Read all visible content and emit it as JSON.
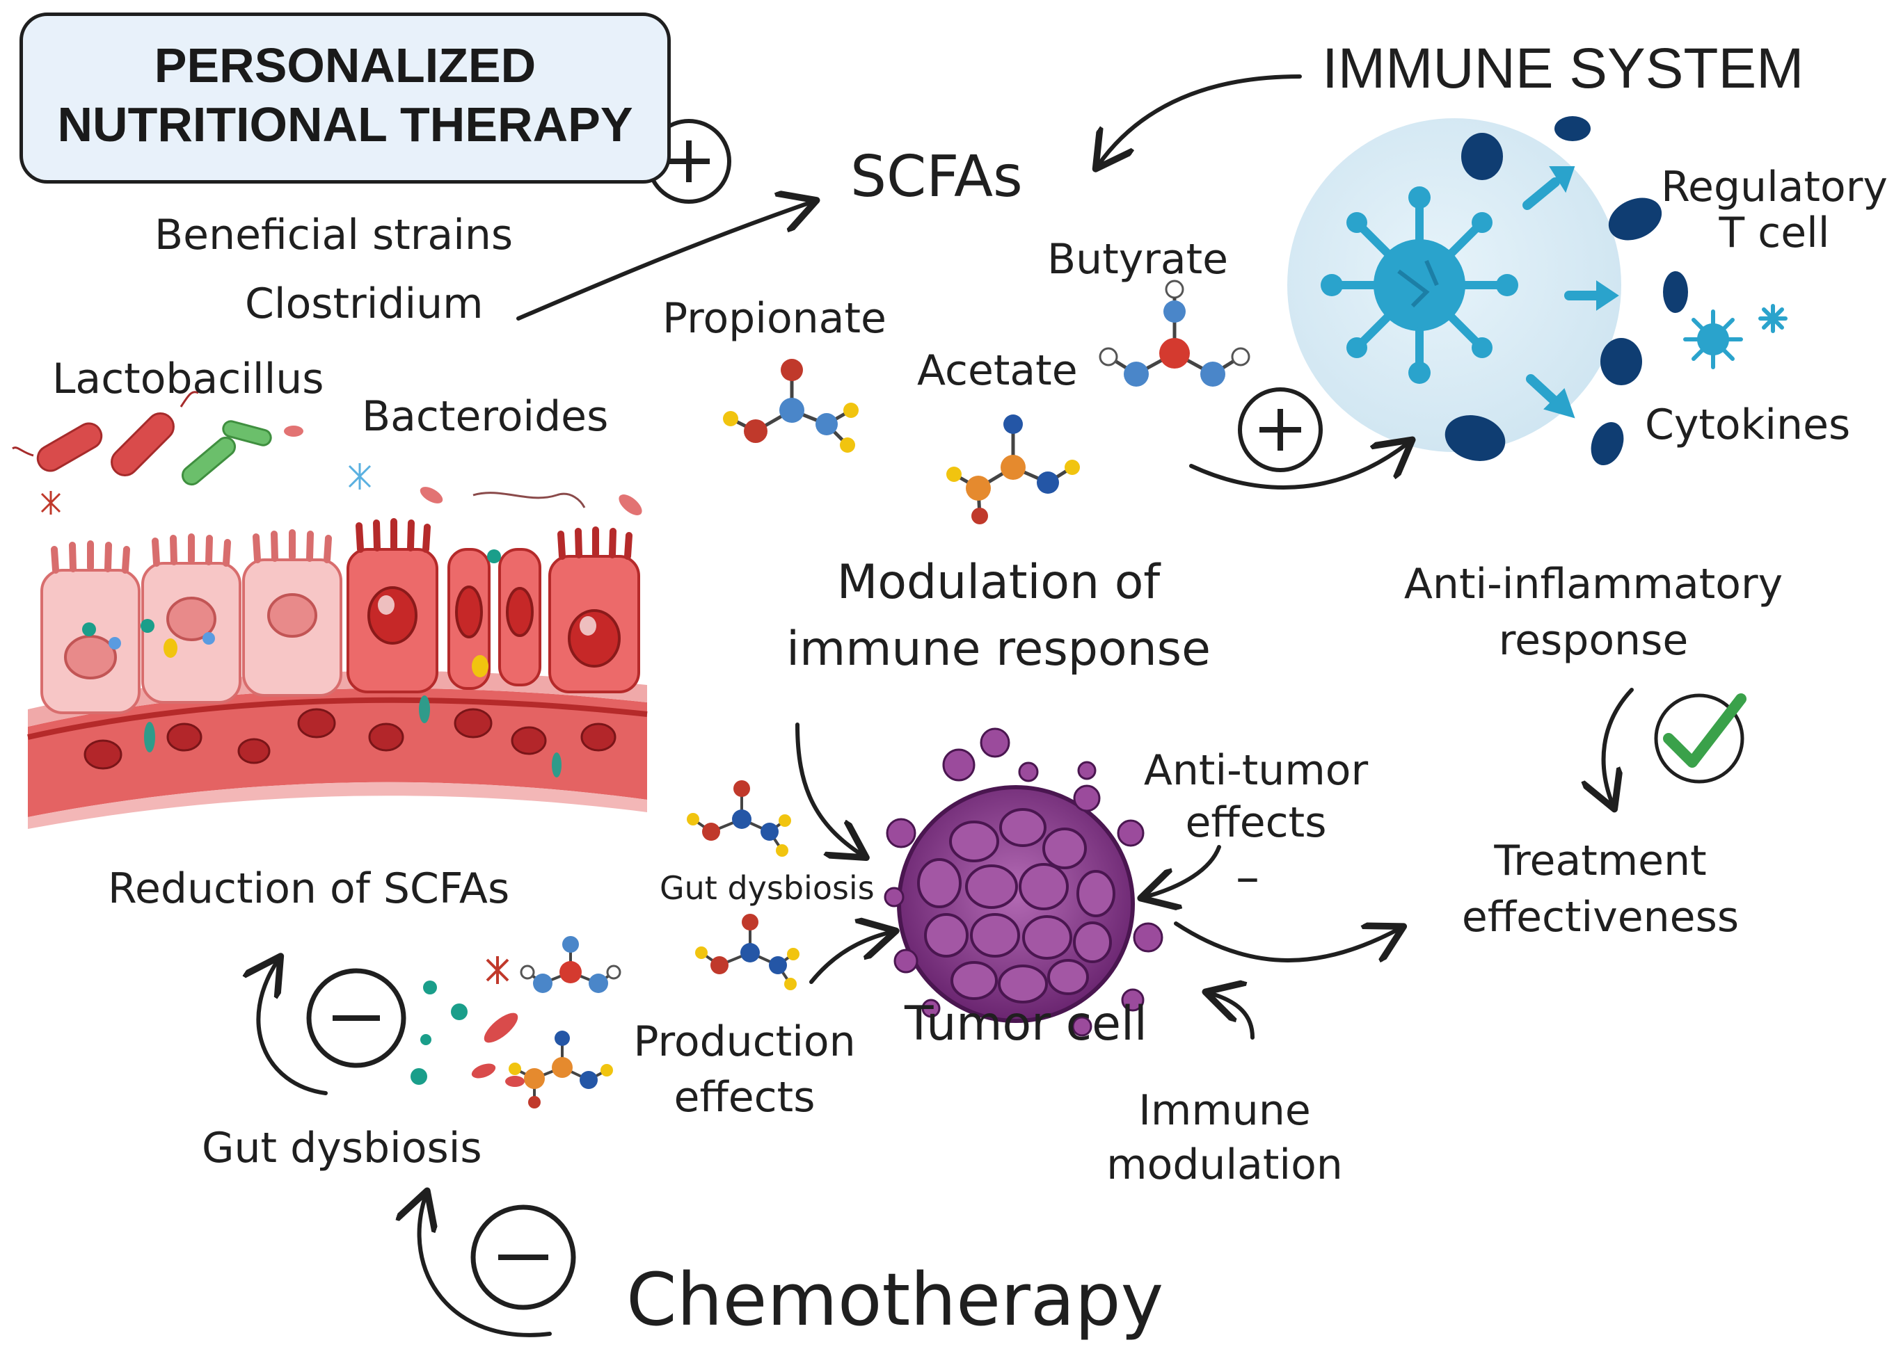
{
  "title": {
    "line1": "PERSONALIZED",
    "line2": "NUTRITIONAL THERAPY"
  },
  "labels": {
    "beneficial_strains": "Beneficial strains",
    "clostridium": "Clostridium",
    "lactobacillus": "Lactobacillus",
    "bacteroides": "Bacteroides",
    "scfas": "SCFAs",
    "immune_system": "IMMUNE SYSTEM",
    "regulatory_t_cell_line1": "Regulatory",
    "regulatory_t_cell_line2": "T cell",
    "cytokines": "Cytokines",
    "butyrate": "Butyrate",
    "propionate": "Propionate",
    "acetate": "Acetate",
    "modulation_line1": "Modulation of",
    "modulation_line2": "immune response",
    "anti_inflammatory_line1": "Anti-inflammatory",
    "anti_inflammatory_line2": "response",
    "anti_tumor_line1": "Anti-tumor",
    "anti_tumor_line2": "effects",
    "treatment_line1": "Treatment",
    "treatment_line2": "effectiveness",
    "reduction_scfas": "Reduction of SCFAs",
    "gut_dysbiosis_small": "Gut dysbiosis",
    "production_line1": "Production",
    "production_line2": "effects",
    "tumor_cell": "Tumor cell",
    "immune_modulation_line1": "Immune",
    "immune_modulation_line2": "modulation",
    "gut_dysbiosis": "Gut dysbiosis",
    "chemotherapy": "Chemotherapy",
    "minus_sign": "–"
  },
  "colors": {
    "ink": "#1f1f1f",
    "immune_bg": "#d7ebf5",
    "immune_dark": "#0f3d72",
    "immune_light": "#2aa3cc",
    "tumor": "#7b2f7e",
    "tumor_light": "#a357a4",
    "check": "#3aa14a",
    "gut_red": "#d94b4b",
    "gut_pink": "#f2a7a7",
    "title_bg": "#e8f1fa"
  },
  "icons": [
    "plus-circle-icon",
    "minus-circle-icon",
    "checkmark-icon",
    "molecule-icon",
    "immune-cell-icon",
    "tumor-cell-icon",
    "gut-epithelium-icon",
    "bacteria-icon"
  ]
}
